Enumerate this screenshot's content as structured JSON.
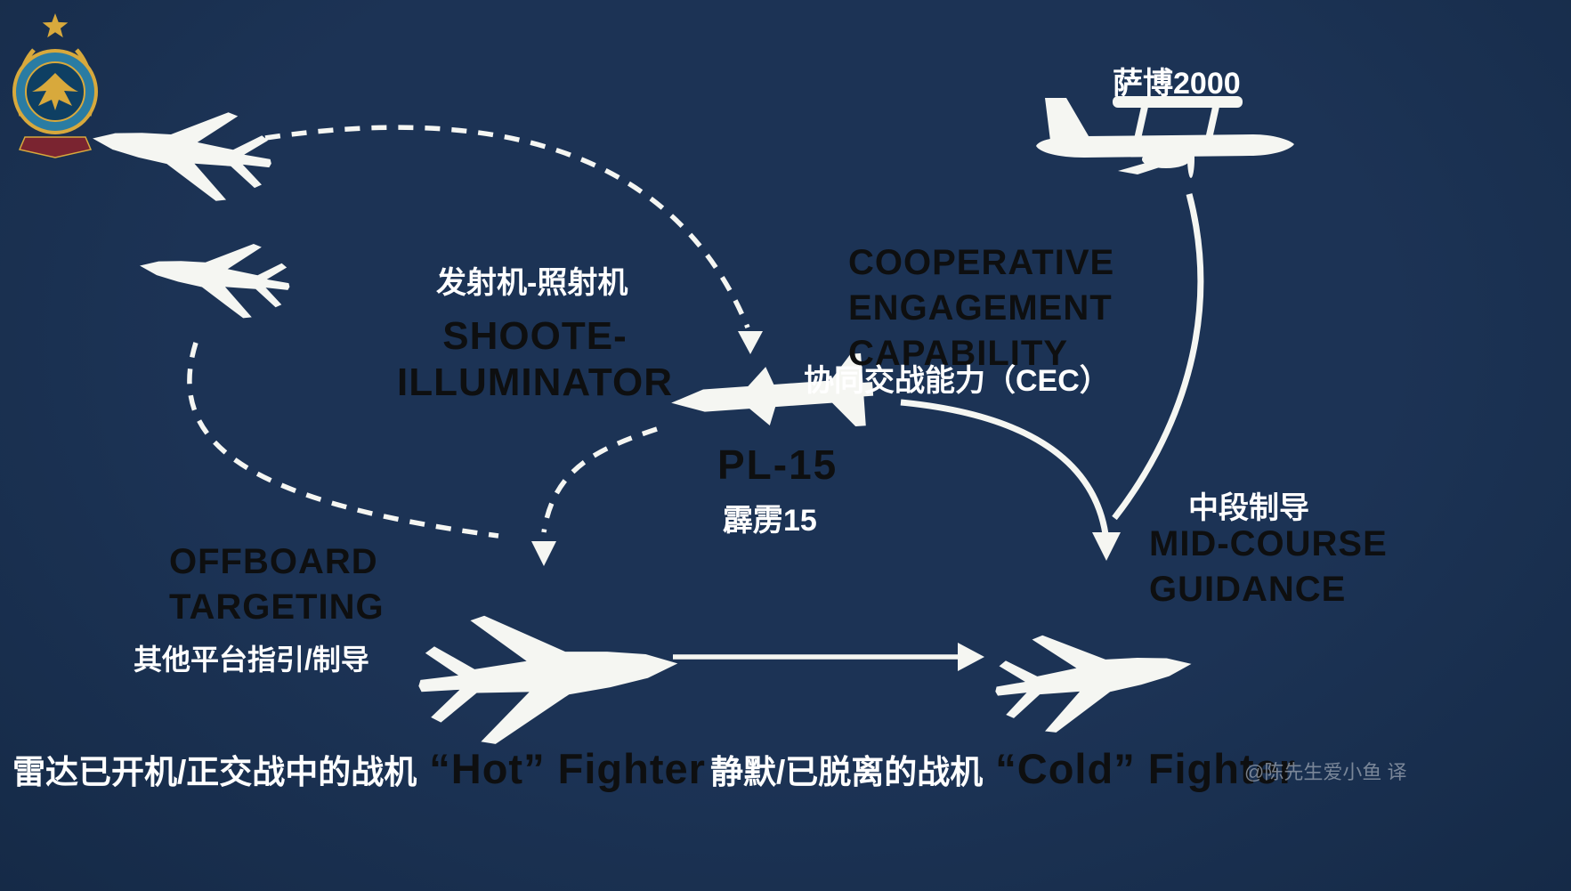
{
  "colors": {
    "bg": "#1c3355",
    "bg_edge": "#152a47",
    "silhouette": "#f5f6f2",
    "dark_text": "#0e0f10",
    "white_text": "#ffffff",
    "watermark": "#9aa3b1",
    "emblem_gold": "#d8a93c",
    "emblem_blue": "#2a7ca3",
    "emblem_dark": "#0e3f63",
    "emblem_red": "#7a2430"
  },
  "labels": {
    "awacs_cn": "萨博2000",
    "shooter_cn": "发射机-照射机",
    "shooter_lines": [
      "SHOOTE-",
      "ILLUMINATOR"
    ],
    "cec_lines": [
      "COOPERATIVE",
      "ENGAGEMENT",
      "CAPABILITY"
    ],
    "cec_cn": "协同交战能力（CEC）",
    "missile_name": "PL-15",
    "missile_cn": "霹雳15",
    "midcourse_cn": "中段制导",
    "midcourse_lines": [
      "MID-COURSE",
      "GUIDANCE"
    ],
    "offboard_lines": [
      "OFFBOARD",
      "TARGETING"
    ],
    "offboard_cn": "其他平台指引/制导",
    "hot_cn": "雷达已开机/正交战中的战机",
    "hot_en": "“Hot” Fighter",
    "cold_cn": "静默/已脱离的战机",
    "cold_en": "“Cold” Fighter",
    "watermark": "@陈先生爱小鱼 译"
  }
}
